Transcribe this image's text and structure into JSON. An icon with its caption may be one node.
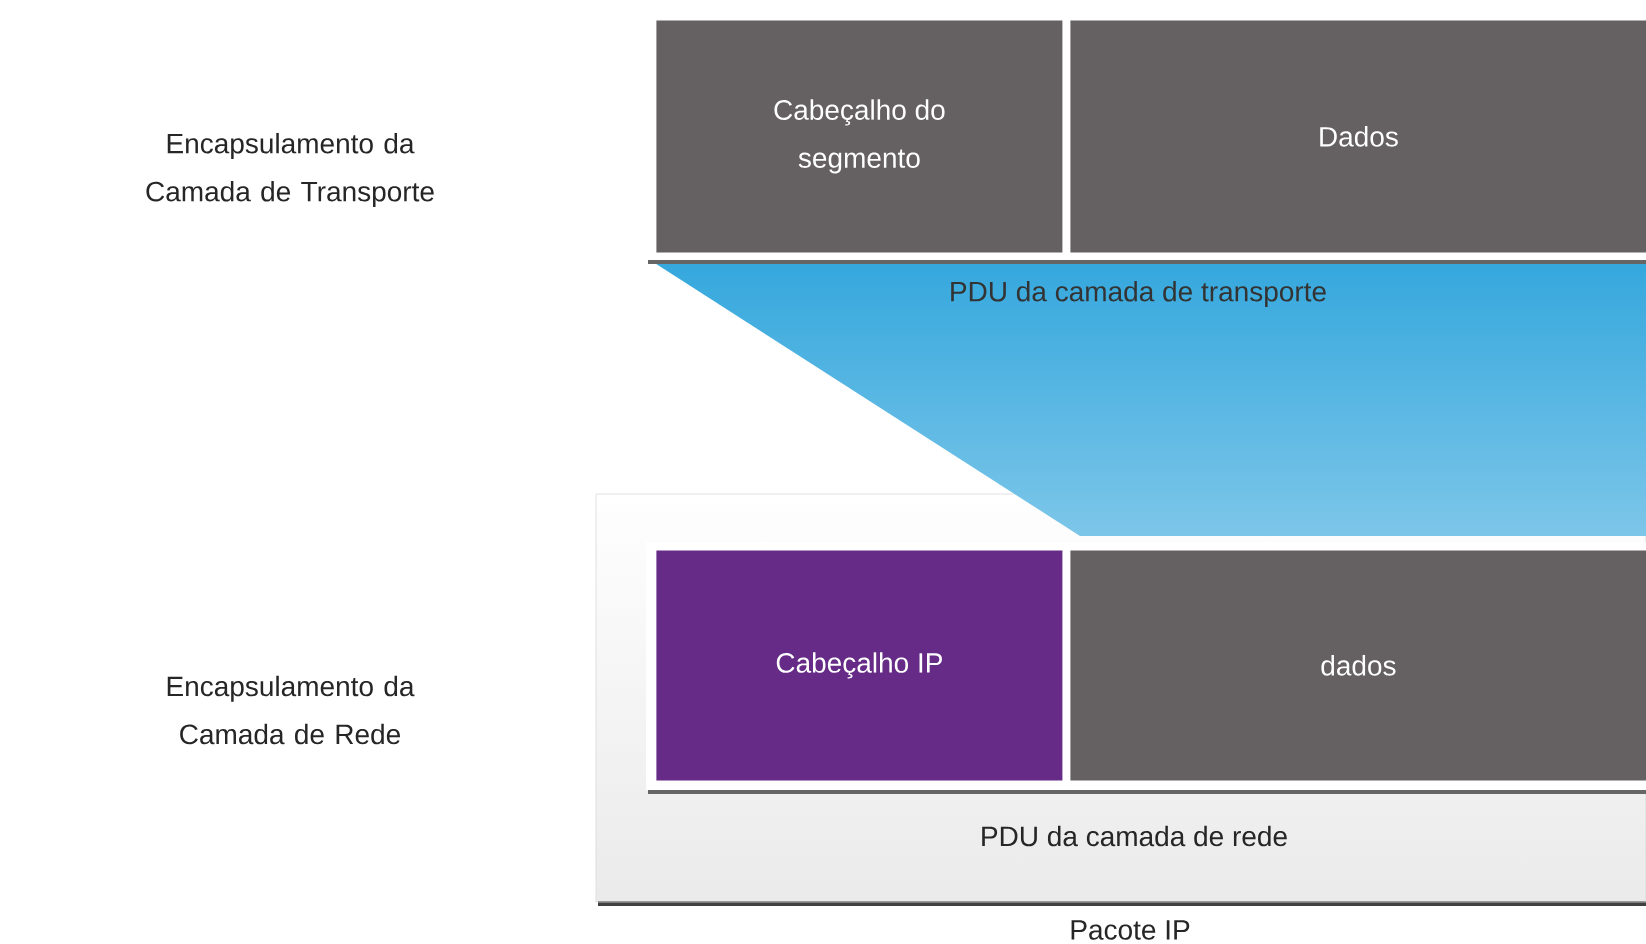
{
  "diagram": {
    "nodes": [
      {
        "text": [
          "Cabeçalho do segmento"
        ]
      },
      {
        "text": [
          "Dados"
        ]
      },
      {
        "text": [
          "PDU da camada de transporte"
        ]
      },
      {
        "text": [
          "PDU da camada de rede",
          "Pacote IP"
        ]
      },
      {
        "text": [
          "Cabeçalho IP"
        ],
        "in": 3
      },
      {
        "text": [
          "dados"
        ],
        "in": 3
      }
    ],
    "labels": [
      "Encapsulamento da Camada de Transporte",
      "Encapsulamento da Camada de Rede"
    ]
  }
}
